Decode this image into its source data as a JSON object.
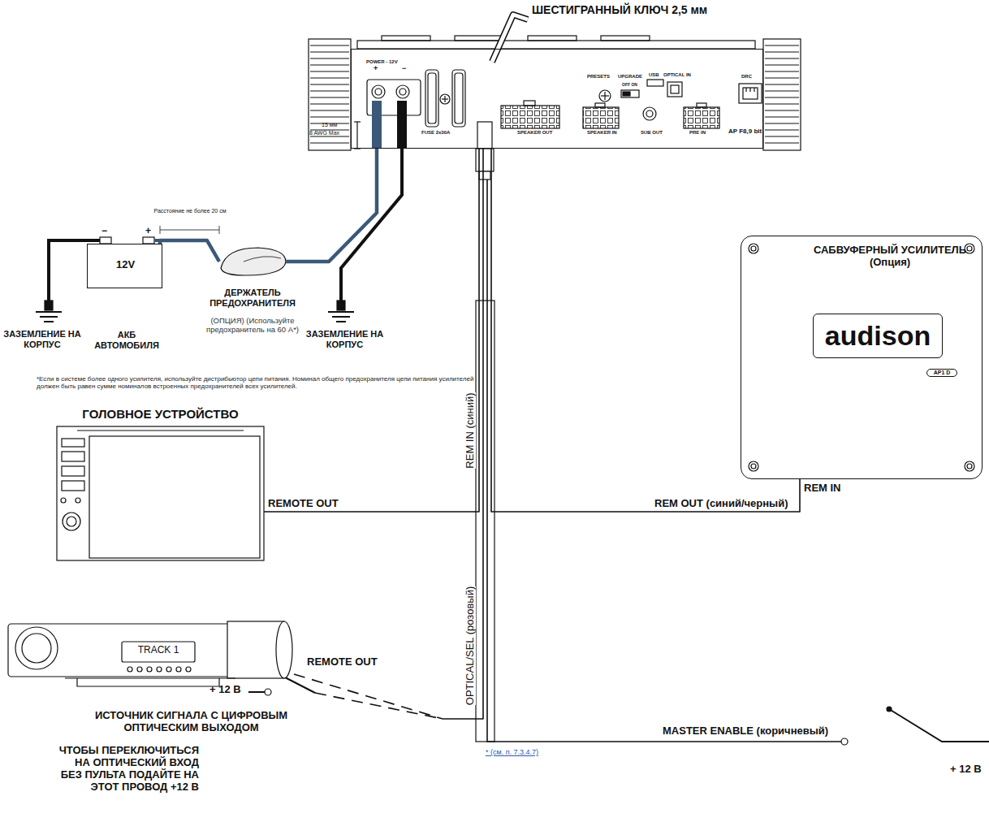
{
  "diagram": {
    "nodes": [
      {
        "text": [
          "POWER - 12V",
          "+",
          "−",
          "FUSE 2x30A",
          "SPEAKER OUT",
          "PRESETS",
          "UPGRADE",
          "OFF ON",
          "USB",
          "OPTICAL IN",
          "DRC",
          "SPEAKER IN",
          "SUB OUT",
          "PRE IN",
          "AP F8,9 bit"
        ]
      },
      {
        "text": [
          "12V",
          "АКБ АВТОМОБИЛЯ"
        ]
      },
      {
        "text": [
          "ДЕРЖАТЕЛЬ ПРЕДОХРАНИТЕЛЯ",
          "(ОПЦИЯ) (Используйте предохранитель на 60 А*)"
        ]
      },
      {
        "text": [
          "ГОЛОВНОЕ УСТРОЙСТВО"
        ]
      },
      {
        "text": [
          "САБВУФЕРНЫЙ УСИЛИТЕЛЬ (Опция)",
          "audison",
          "AP1 D"
        ]
      },
      {
        "text": [
          "TRACK 1",
          "ИСТОЧНИК СИГНАЛА С ЦИФРОВЫМ ОПТИЧЕСКИМ ВЫХОДОМ"
        ]
      }
    ],
    "edges": [
      {
        "from": 1,
        "to": 2,
        "arrow": "none"
      },
      {
        "from": 2,
        "to": 0,
        "arrow": "none"
      },
      {
        "from": 3,
        "to": 0,
        "arrow": "none"
      },
      {
        "from": 0,
        "to": 4,
        "arrow": "none"
      },
      {
        "from": 5,
        "to": 0,
        "arrow": "none"
      }
    ],
    "labels": [
      "ШЕСТИГРАННЫЙ КЛЮЧ 2,5 мм",
      "15 мм",
      "8 AWG Max",
      "Расстояние не более 20 см",
      "−",
      "+",
      "ЗАЗЕМЛЕНИЕ НА КОРПУС",
      "ЗАЗЕМЛЕНИЕ НА КОРПУС",
      "*Если в системе более одного усилителя, используйте дистрибьютор цепи питания. Номинал общего предохранителя цепи питания усилителей должен быть равен сумме номиналов встроенных предохранителей всех усилителей.",
      "REMOTE OUT",
      "REM IN (синий)",
      "REM OUT (синий/черный)",
      "REM IN",
      "REMOTE OUT",
      "OPTICAL/SEL (розовый)",
      "MASTER ENABLE (коричневый)",
      "* (см. п. 7.3.4.7)",
      "+ 12 В",
      "+ 12 В",
      "ЧТОБЫ ПЕРЕКЛЮЧИТЬСЯ НА ОПТИЧЕСКИЙ ВХОД БЕЗ ПУЛЬТА ПОДАЙТЕ НА ЭТОТ ПРОВОД +12 В"
    ]
  }
}
